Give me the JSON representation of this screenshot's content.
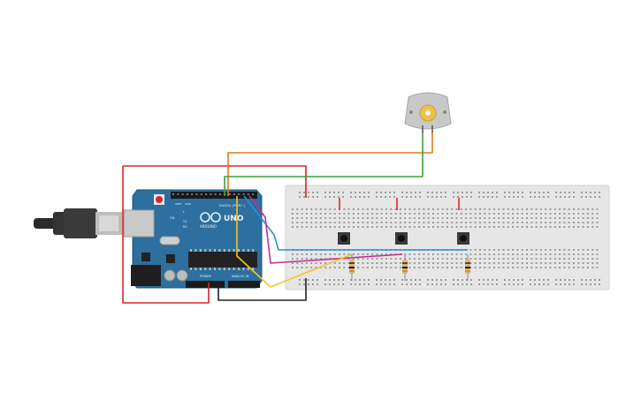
{
  "arduino": {
    "model_label": "UNO",
    "brand_label": "ARDUINO",
    "digital_label": "DIGITAL (PWM~)",
    "power_label": "POWER",
    "analog_label": "ANALOG IN",
    "on_label": "ON",
    "tx_label": "TX",
    "rx_label": "RX",
    "l_label": "L",
    "aref_label": "AREF",
    "gnd_label": "GND"
  },
  "colors": {
    "board": "#2d6f9e",
    "breadboard": "#e6e6e6",
    "wire_red": "#d9262b",
    "wire_orange": "#e07b1a",
    "wire_green": "#3ca23a",
    "wire_yellow": "#f2c81a",
    "wire_blue": "#2a8fd0",
    "wire_magenta": "#c23093",
    "wire_black": "#222222"
  },
  "components": {
    "motor": "dc-motor",
    "buttons": 3,
    "resistors": 3
  }
}
